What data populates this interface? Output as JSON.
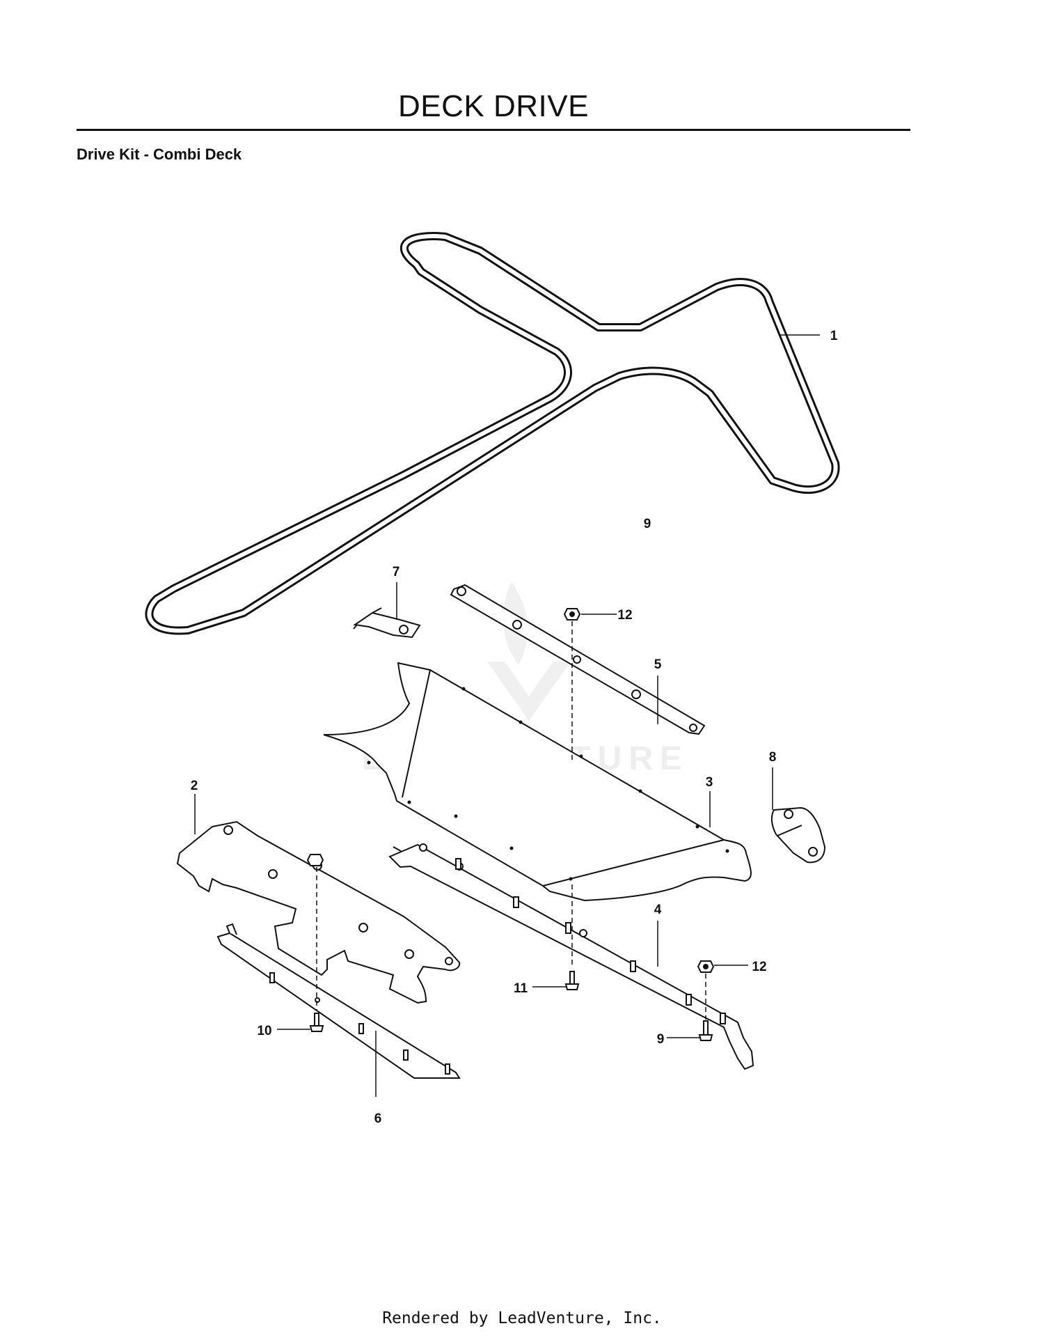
{
  "header": {
    "title": "DECK DRIVE",
    "subtitle": "Drive Kit - Combi Deck"
  },
  "diagram": {
    "callouts": [
      {
        "id": "c1",
        "label": "1"
      },
      {
        "id": "c2",
        "label": "2"
      },
      {
        "id": "c3",
        "label": "3"
      },
      {
        "id": "c4",
        "label": "4"
      },
      {
        "id": "c5",
        "label": "5"
      },
      {
        "id": "c6",
        "label": "6"
      },
      {
        "id": "c7",
        "label": "7"
      },
      {
        "id": "c8",
        "label": "8"
      },
      {
        "id": "c9a",
        "label": "9"
      },
      {
        "id": "c9b",
        "label": "9"
      },
      {
        "id": "c10",
        "label": "10"
      },
      {
        "id": "c11",
        "label": "11"
      },
      {
        "id": "c12a",
        "label": "12"
      },
      {
        "id": "c12b",
        "label": "12"
      }
    ],
    "watermark": "LEADVENTURE"
  },
  "footer": {
    "credit": "Rendered by LeadVenture, Inc."
  }
}
